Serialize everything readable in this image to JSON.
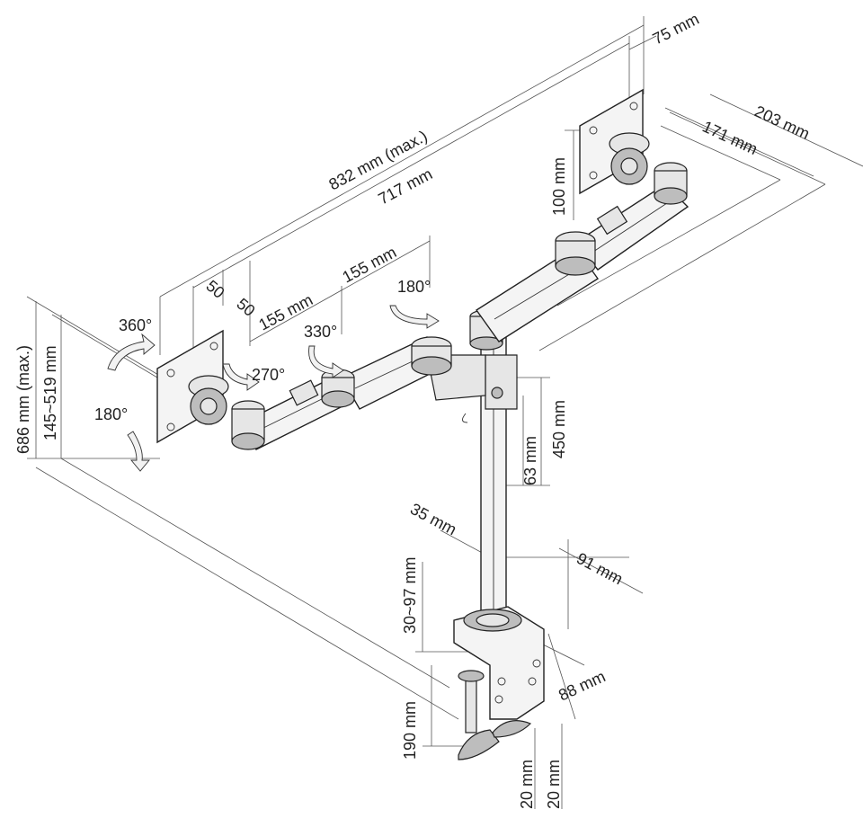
{
  "dimensions": {
    "vesa_75": "75 mm",
    "depth_203": "203 mm",
    "depth_171": "171 mm",
    "span_max": "832 mm (max.)",
    "span_717": "717 mm",
    "vesa_100": "100 mm",
    "offset_50a": "50",
    "offset_50b": "50",
    "arm_155a": "155 mm",
    "arm_155b": "155 mm",
    "height_max": "686 mm (max.)",
    "height_range": "145~519 mm",
    "pole_450": "450 mm",
    "clamp_63": "63 mm",
    "pole_35": "35 mm",
    "clamp_91": "91 mm",
    "desk_range": "30~97 mm",
    "clamp_88": "88 mm",
    "clamp_190": "190 mm",
    "foot_20a": "20 mm",
    "foot_20b": "20 mm"
  },
  "rotations": {
    "tilt_360": "360°",
    "swivel_180_left": "180°",
    "swivel_270": "270°",
    "swivel_330": "330°",
    "swivel_180_top": "180°"
  }
}
